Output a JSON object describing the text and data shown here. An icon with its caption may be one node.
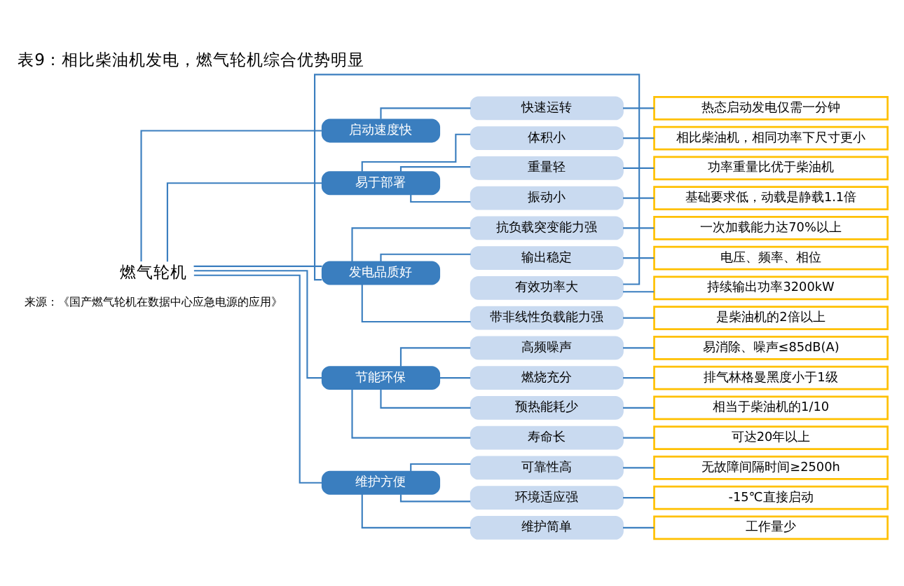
{
  "diagram": {
    "title": "表9：相比柴油机发电，燃气轮机综合优势明显",
    "caption": "来源：《国产燃气轮机在数据中心应急电源的应用》",
    "nodes": [
      {
        "text": [
          "燃气轮机"
        ]
      },
      {
        "text": [
          "启动速度快"
        ]
      },
      {
        "text": [
          "快速运转"
        ]
      },
      {
        "text": [
          "热态启动发电仅需一分钟"
        ]
      },
      {
        "text": [
          "易于部署"
        ]
      },
      {
        "text": [
          "体积小"
        ]
      },
      {
        "text": [
          "相比柴油机，相同功率下尺寸更小"
        ]
      },
      {
        "text": [
          "重量轻"
        ]
      },
      {
        "text": [
          "功率重量比优于柴油机"
        ]
      },
      {
        "text": [
          "振动小"
        ]
      },
      {
        "text": [
          "基础要求低，动载是静载1.1倍"
        ]
      },
      {
        "text": [
          "发电品质好"
        ]
      },
      {
        "text": [
          "抗负载突变能力强"
        ]
      },
      {
        "text": [
          "一次加载能力达70%以上"
        ]
      },
      {
        "text": [
          "输出稳定"
        ]
      },
      {
        "text": [
          "电压、频率、相位"
        ]
      },
      {
        "text": [
          "有效功率大"
        ]
      },
      {
        "text": [
          "持续输出功率3200kW"
        ]
      },
      {
        "text": [
          "带非线性负载能力强"
        ]
      },
      {
        "text": [
          "是柴油机的2倍以上"
        ]
      },
      {
        "text": [
          "节能环保"
        ]
      },
      {
        "text": [
          "高频噪声"
        ]
      },
      {
        "text": [
          "易消除、噪声≤85dB(A)"
        ]
      },
      {
        "text": [
          "燃烧充分"
        ]
      },
      {
        "text": [
          "排气林格曼黑度小于1级"
        ]
      },
      {
        "text": [
          "预热能耗少"
        ]
      },
      {
        "text": [
          "相当于柴油机的1/10"
        ]
      },
      {
        "text": [
          "寿命长"
        ]
      },
      {
        "text": [
          "可达20年以上"
        ]
      },
      {
        "text": [
          "维护方便"
        ]
      },
      {
        "text": [
          "可靠性高"
        ]
      },
      {
        "text": [
          "无故障间隔时间≥2500h"
        ]
      },
      {
        "text": [
          "环境适应强"
        ]
      },
      {
        "text": [
          "-15℃直接启动"
        ]
      },
      {
        "text": [
          "维护简单"
        ]
      },
      {
        "text": [
          "工作量少"
        ]
      }
    ],
    "edges": [
      {
        "from": 0,
        "to": 1,
        "arrow": "none"
      },
      {
        "from": 1,
        "to": 2,
        "arrow": "none"
      },
      {
        "from": 2,
        "to": 3,
        "arrow": "none"
      },
      {
        "from": 0,
        "to": 4,
        "arrow": "none"
      },
      {
        "from": 4,
        "to": 5,
        "arrow": "none"
      },
      {
        "from": 5,
        "to": 6,
        "arrow": "none"
      },
      {
        "from": 4,
        "to": 7,
        "arrow": "none"
      },
      {
        "from": 7,
        "to": 8,
        "arrow": "none"
      },
      {
        "from": 4,
        "to": 9,
        "arrow": "none"
      },
      {
        "from": 9,
        "to": 10,
        "arrow": "none"
      },
      {
        "from": 0,
        "to": 11,
        "arrow": "none"
      },
      {
        "from": 11,
        "to": 12,
        "arrow": "none"
      },
      {
        "from": 12,
        "to": 13,
        "arrow": "none"
      },
      {
        "from": 11,
        "to": 14,
        "arrow": "none"
      },
      {
        "from": 14,
        "to": 15,
        "arrow": "none"
      },
      {
        "from": 11,
        "to": 16,
        "arrow": "none"
      },
      {
        "from": 16,
        "to": 17,
        "arrow": "none"
      },
      {
        "from": 11,
        "to": 18,
        "arrow": "none"
      },
      {
        "from": 18,
        "to": 19,
        "arrow": "none"
      },
      {
        "from": 0,
        "to": 20,
        "arrow": "none"
      },
      {
        "from": 20,
        "to": 21,
        "arrow": "none"
      },
      {
        "from": 21,
        "to": 22,
        "arrow": "none"
      },
      {
        "from": 20,
        "to": 23,
        "arrow": "none"
      },
      {
        "from": 23,
        "to": 24,
        "arrow": "none"
      },
      {
        "from": 20,
        "to": 25,
        "arrow": "none"
      },
      {
        "from": 25,
        "to": 26,
        "arrow": "none"
      },
      {
        "from": 20,
        "to": 27,
        "arrow": "none"
      },
      {
        "from": 27,
        "to": 28,
        "arrow": "none"
      },
      {
        "from": 0,
        "to": 29,
        "arrow": "none"
      },
      {
        "from": 29,
        "to": 30,
        "arrow": "none"
      },
      {
        "from": 30,
        "to": 31,
        "arrow": "none"
      },
      {
        "from": 29,
        "to": 32,
        "arrow": "none"
      },
      {
        "from": 32,
        "to": 33,
        "arrow": "none"
      },
      {
        "from": 29,
        "to": 34,
        "arrow": "none"
      },
      {
        "from": 34,
        "to": 35,
        "arrow": "none"
      }
    ]
  }
}
